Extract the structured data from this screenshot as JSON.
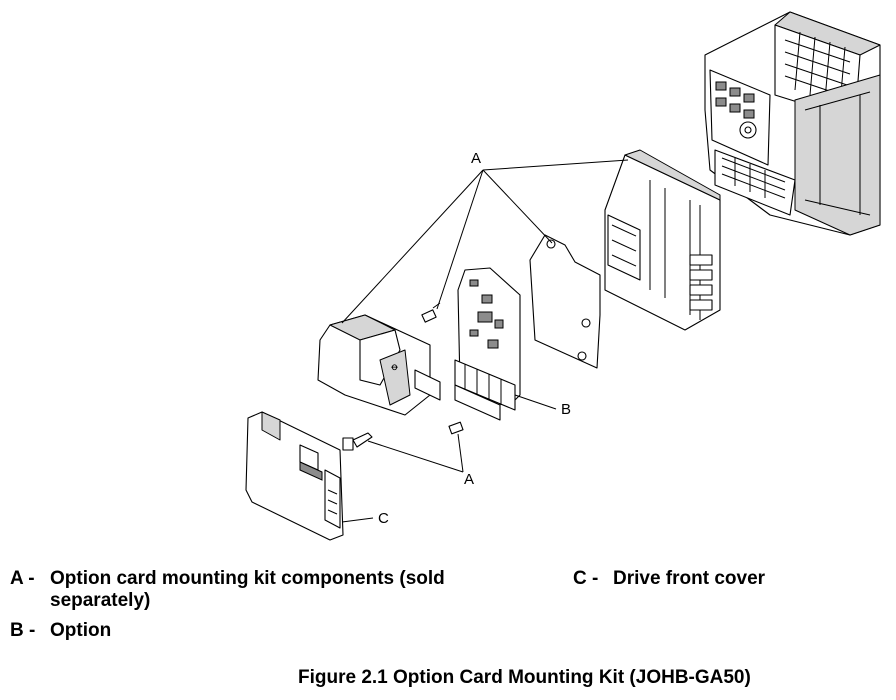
{
  "callouts": {
    "a_top": "A",
    "a_bottom": "A",
    "b": "B",
    "c": "C"
  },
  "legend": [
    {
      "key": "A -",
      "text": "Option card mounting kit components (sold",
      "text_cont": "separately)"
    },
    {
      "key": "B -",
      "text": "Option"
    },
    {
      "key": "C -",
      "text": "Drive front cover"
    }
  ],
  "caption": "Figure 2.1  Option Card Mounting Kit (JOHB-GA50)"
}
